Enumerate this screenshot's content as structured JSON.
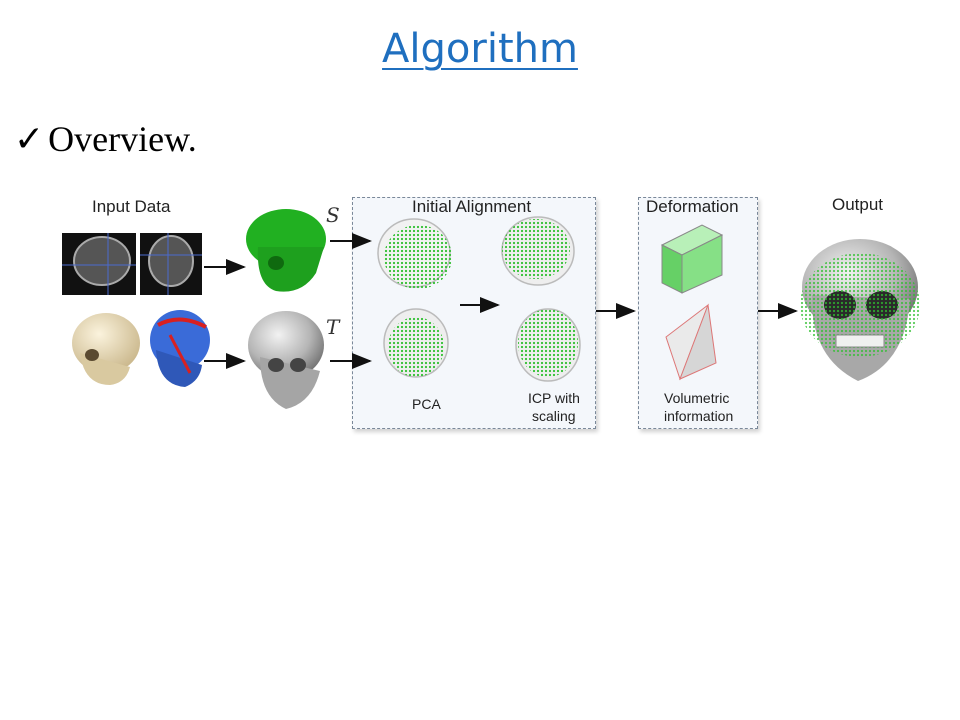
{
  "slide": {
    "title": "Algorithm",
    "bullet_mark": "✓",
    "bullet_text": "Overview."
  },
  "diagram": {
    "input_label": "Input Data",
    "source_symbol": "S",
    "target_symbol": "T",
    "initial_alignment_label": "Initial Alignment",
    "pca_label": "PCA",
    "icp_label_line1": "ICP with",
    "icp_label_line2": "scaling",
    "deformation_label": "Deformation",
    "volumetric_label_line1": "Volumetric",
    "volumetric_label_line2": "information",
    "output_label": "Output",
    "colors": {
      "green": "#2fbf2f",
      "skull_gray": "#9a9a9a",
      "box_border": "#7a8899",
      "arrow": "#111111",
      "title_blue": "#1f6fbf"
    }
  }
}
